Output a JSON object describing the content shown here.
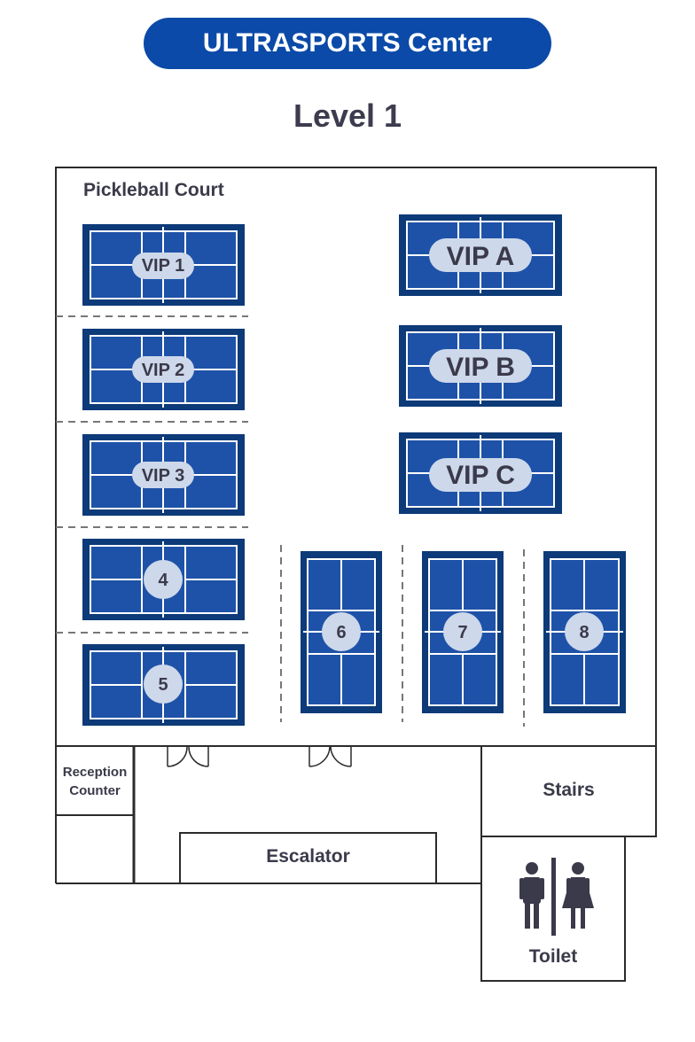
{
  "header": {
    "title": "ULTRASPORTS Center"
  },
  "level": {
    "title": "Level 1"
  },
  "area": {
    "pickleball_label": "Pickleball Court"
  },
  "courts": {
    "vip1": "VIP 1",
    "vip2": "VIP 2",
    "vip3": "VIP 3",
    "c4": "4",
    "c5": "5",
    "vipa": "VIP A",
    "vipb": "VIP B",
    "vipc": "VIP C",
    "c6": "6",
    "c7": "7",
    "c8": "8"
  },
  "rooms": {
    "reception": "Reception Counter",
    "escalator": "Escalator",
    "stairs": "Stairs",
    "toilet": "Toilet"
  },
  "colors": {
    "court_border": "#0d3a78",
    "court_surface": "#1e52a8",
    "court_lines": "#ffffff",
    "label_pill": "#cdd8ea",
    "header_bg": "#0b4aa8"
  }
}
